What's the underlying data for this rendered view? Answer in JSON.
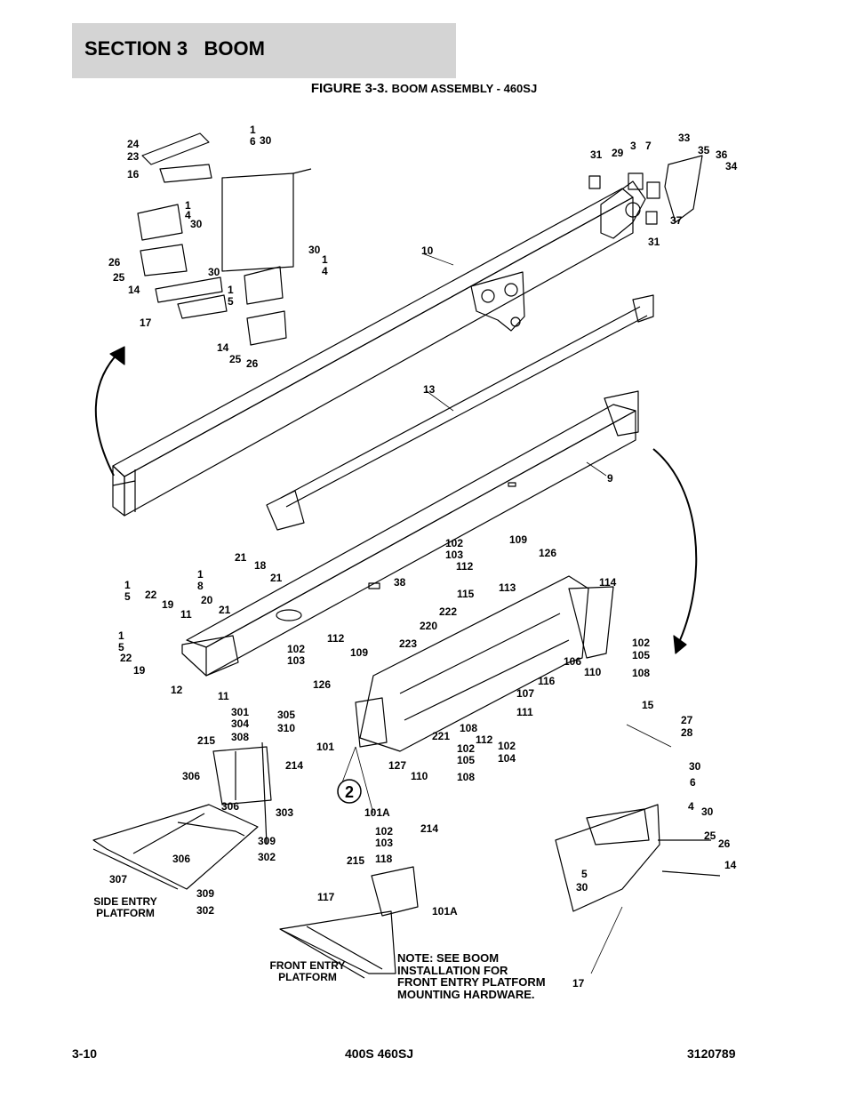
{
  "header": {
    "section_number": "SECTION 3",
    "section_title": "BOOM"
  },
  "figure": {
    "number": "FIGURE 3-3.",
    "title": "BOOM ASSEMBLY - 460SJ"
  },
  "platform_labels": {
    "side_entry_line1": "SIDE ENTRY",
    "side_entry_line2": "PLATFORM",
    "front_entry_line1": "FRONT ENTRY",
    "front_entry_line2": "PLATFORM"
  },
  "note_lines": [
    "NOTE: SEE BOOM",
    "INSTALLATION FOR",
    "FRONT ENTRY PLATFORM",
    "MOUNTING HARDWARE."
  ],
  "callout_circle": "2",
  "part_callouts": [
    "24",
    "23",
    "16",
    "1",
    "6",
    "30",
    "1",
    "4",
    "30",
    "26",
    "25",
    "14",
    "30",
    "1",
    "4",
    "30",
    "1",
    "5",
    "17",
    "14",
    "25",
    "26",
    "31",
    "29",
    "3",
    "7",
    "33",
    "35",
    "36",
    "34",
    "37",
    "31",
    "10",
    "13",
    "9",
    "21",
    "18",
    "1",
    "8",
    "21",
    "20",
    "21",
    "1",
    "5",
    "22",
    "19",
    "11",
    "1",
    "5",
    "22",
    "19",
    "12",
    "11",
    "38",
    "102",
    "103",
    "112",
    "109",
    "126",
    "113",
    "114",
    "115",
    "222",
    "220",
    "223",
    "102",
    "103",
    "112",
    "109",
    "126",
    "107",
    "116",
    "106",
    "110",
    "102",
    "105",
    "108",
    "111",
    "108",
    "112",
    "102",
    "104",
    "221",
    "101",
    "127",
    "102",
    "105",
    "110",
    "108",
    "301",
    "305",
    "304",
    "310",
    "308",
    "215",
    "214",
    "306",
    "306",
    "303",
    "309",
    "302",
    "306",
    "307",
    "309",
    "302",
    "101A",
    "102",
    "103",
    "214",
    "118",
    "215",
    "117",
    "101A",
    "15",
    "27",
    "28",
    "30",
    "6",
    "4",
    "30",
    "25",
    "26",
    "14",
    "5",
    "30",
    "17"
  ],
  "footer": {
    "left": "3-10",
    "center": "400S 460SJ",
    "right": "3120789"
  }
}
